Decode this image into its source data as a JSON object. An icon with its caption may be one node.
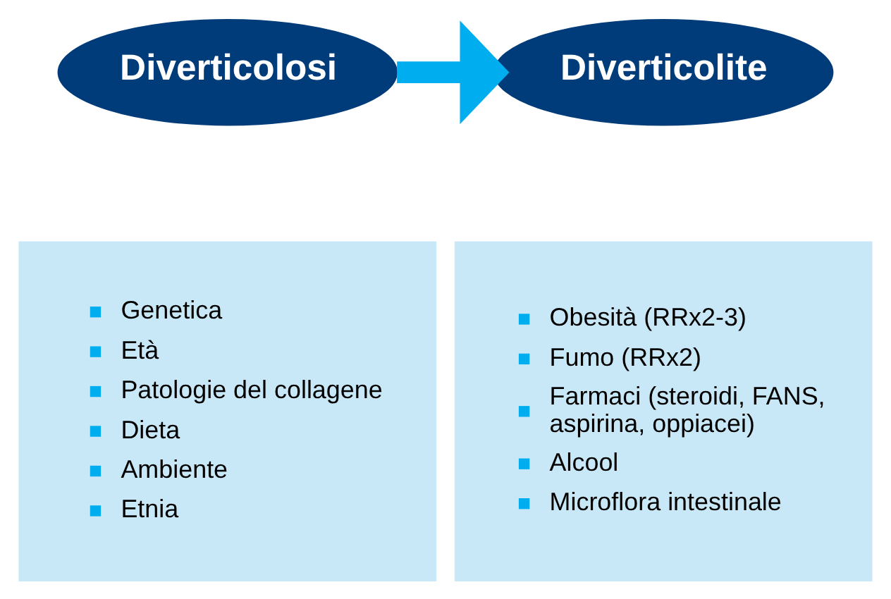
{
  "diagram": {
    "nodes": [
      {
        "text": [
          "Diverticolosi"
        ]
      },
      {
        "text": [
          "Diverticolite"
        ]
      },
      {
        "text": [
          "Genetica",
          "Età",
          "Patologie del collagene",
          "Dieta",
          "Ambiente",
          "Etnia"
        ]
      },
      {
        "text": [
          "Obesità (RRx2-3)",
          "Fumo (RRx2)",
          "Farmaci (steroidi, FANS, aspirina, oppiacei)",
          "Alcool",
          "Microflora intestinale"
        ]
      }
    ],
    "edges": [
      {
        "from": 0,
        "to": 1,
        "arrow": "to"
      }
    ]
  }
}
